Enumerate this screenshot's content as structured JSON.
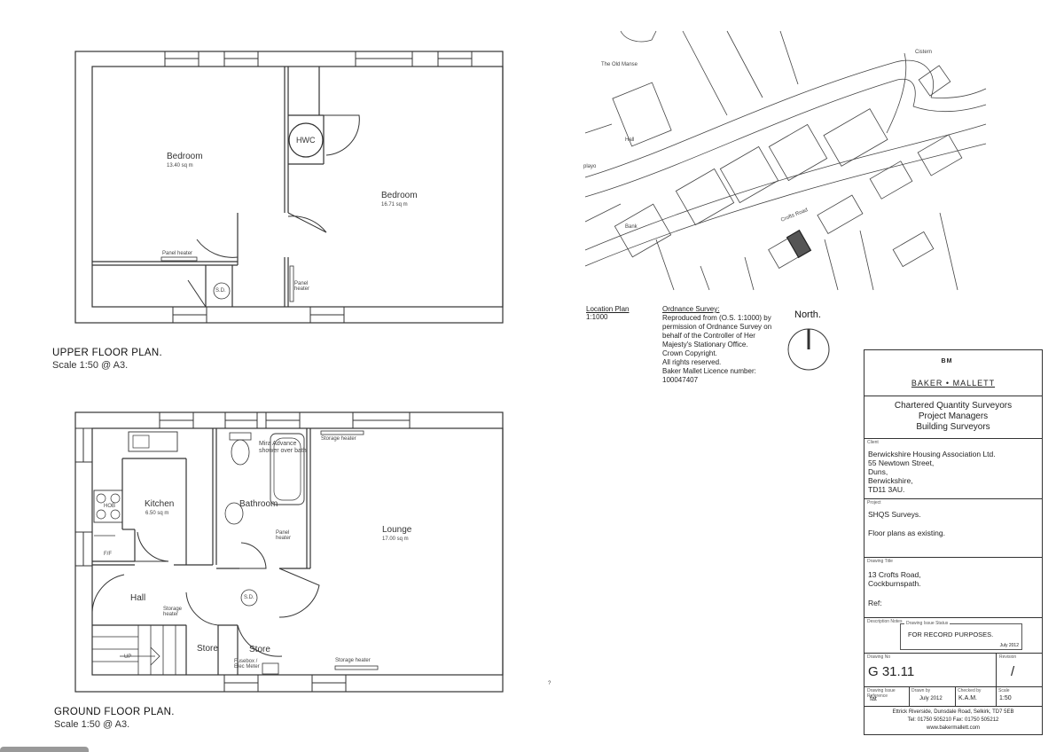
{
  "upper_plan": {
    "title": "UPPER FLOOR  PLAN.",
    "scale": "Scale 1:50 @ A3.",
    "rooms": [
      {
        "name": "Bedroom",
        "area": "13.40 sq m"
      },
      {
        "name": "Bedroom",
        "area": "16.71 sq m"
      }
    ],
    "hwc": "HWC",
    "sd": "S.D.",
    "panel_heater_1": "Panel heater",
    "panel_heater_2": "Panel heater"
  },
  "ground_plan": {
    "title": "GROUND FLOOR  PLAN.",
    "scale": "Scale 1:50 @ A3.",
    "kitchen": {
      "name": "Kitchen",
      "area": "6.50 sq m"
    },
    "lounge": {
      "name": "Lounge",
      "area": "17.00 sq m"
    },
    "bathroom": "Bathroom",
    "shower_note": "Mira Advance shower over bath",
    "storage_heater_top": "Storage heater",
    "panel_heater": "Panel heater",
    "ff": "F/F",
    "hall": "Hall",
    "storage_heater_hall": "Storage heater",
    "store_1": "Store",
    "store_2": "Store",
    "up": "UP",
    "fusebox": "Fusebox / Elec Meter",
    "storage_heater_bottom": "Storage heater",
    "sd": "S.D.",
    "hob": "HOB"
  },
  "location": {
    "title": "Location Plan",
    "scale": "1:1000",
    "labels": [
      "The Old Manse",
      "Hall",
      "Cistern",
      "Crofts Road",
      "Bank",
      "playo"
    ],
    "os_heading": "Ordnance Survey:",
    "os_lines": [
      "Reproduced from (O.S. 1:1000) by",
      "permission of Ordnance Survey on",
      "behalf of the Controller of Her",
      "Majesty's Stationary Office.",
      "Crown Copyright.",
      "All rights reserved.",
      "Baker Mallet Licence number:",
      "100047407"
    ],
    "north": "North.",
    "page_mark": "?"
  },
  "title_block": {
    "logo_letters": "BM",
    "company": "BAKER • MALLETT",
    "services": [
      "Chartered Quantity Surveyors",
      "Project Managers",
      "Building Surveyors"
    ],
    "client_caption": "Client",
    "client_lines": [
      "Berwickshire Housing Association Ltd.",
      "55 Newtown Street,",
      "Duns,",
      "Berwickshire,",
      "TD11 3AU."
    ],
    "project_caption": "Project",
    "project_lines": [
      "SHQS Surveys.",
      "",
      "Floor plans as existing."
    ],
    "drawing_title_caption": "Drawing Title",
    "drawing_title_lines": [
      "13 Crofts Road,",
      "Cockburnspath."
    ],
    "ref": "Ref:",
    "revision_notes_caption": "Description Notes",
    "status_caption": "Drawing Issue Status",
    "status": "FOR RECORD PURPOSES.",
    "status_date": "July 2012",
    "drawing_no_caption": "Drawing No",
    "drawing_no": "G 31.11",
    "revision_caption": "Revision",
    "revision": "/",
    "meta_captions": [
      "Drawing Issue Reference",
      "Drawn by",
      "Checked by",
      "Scale"
    ],
    "meta_values": [
      "fat",
      "July 2012",
      "K.A.M.",
      "1:50"
    ],
    "address": "Ettrick Riverside, Dunsdale Road, Selkirk, TD7 5EB",
    "contact": "Tel:  01750 505210    Fax:  01750 505212",
    "website": "www.bakermallett.com"
  }
}
